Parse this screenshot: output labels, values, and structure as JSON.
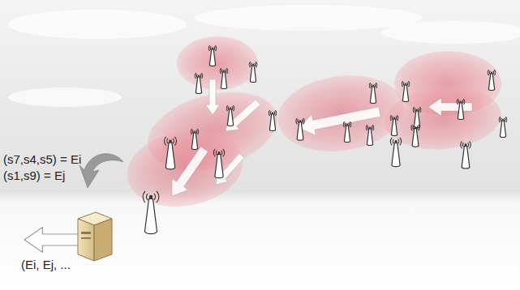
{
  "diagram": {
    "labels": [
      "(s7,s4,s5) = Ei",
      "(s1,s9) = Ej",
      "(Ei, Ej, ..."
    ]
  }
}
